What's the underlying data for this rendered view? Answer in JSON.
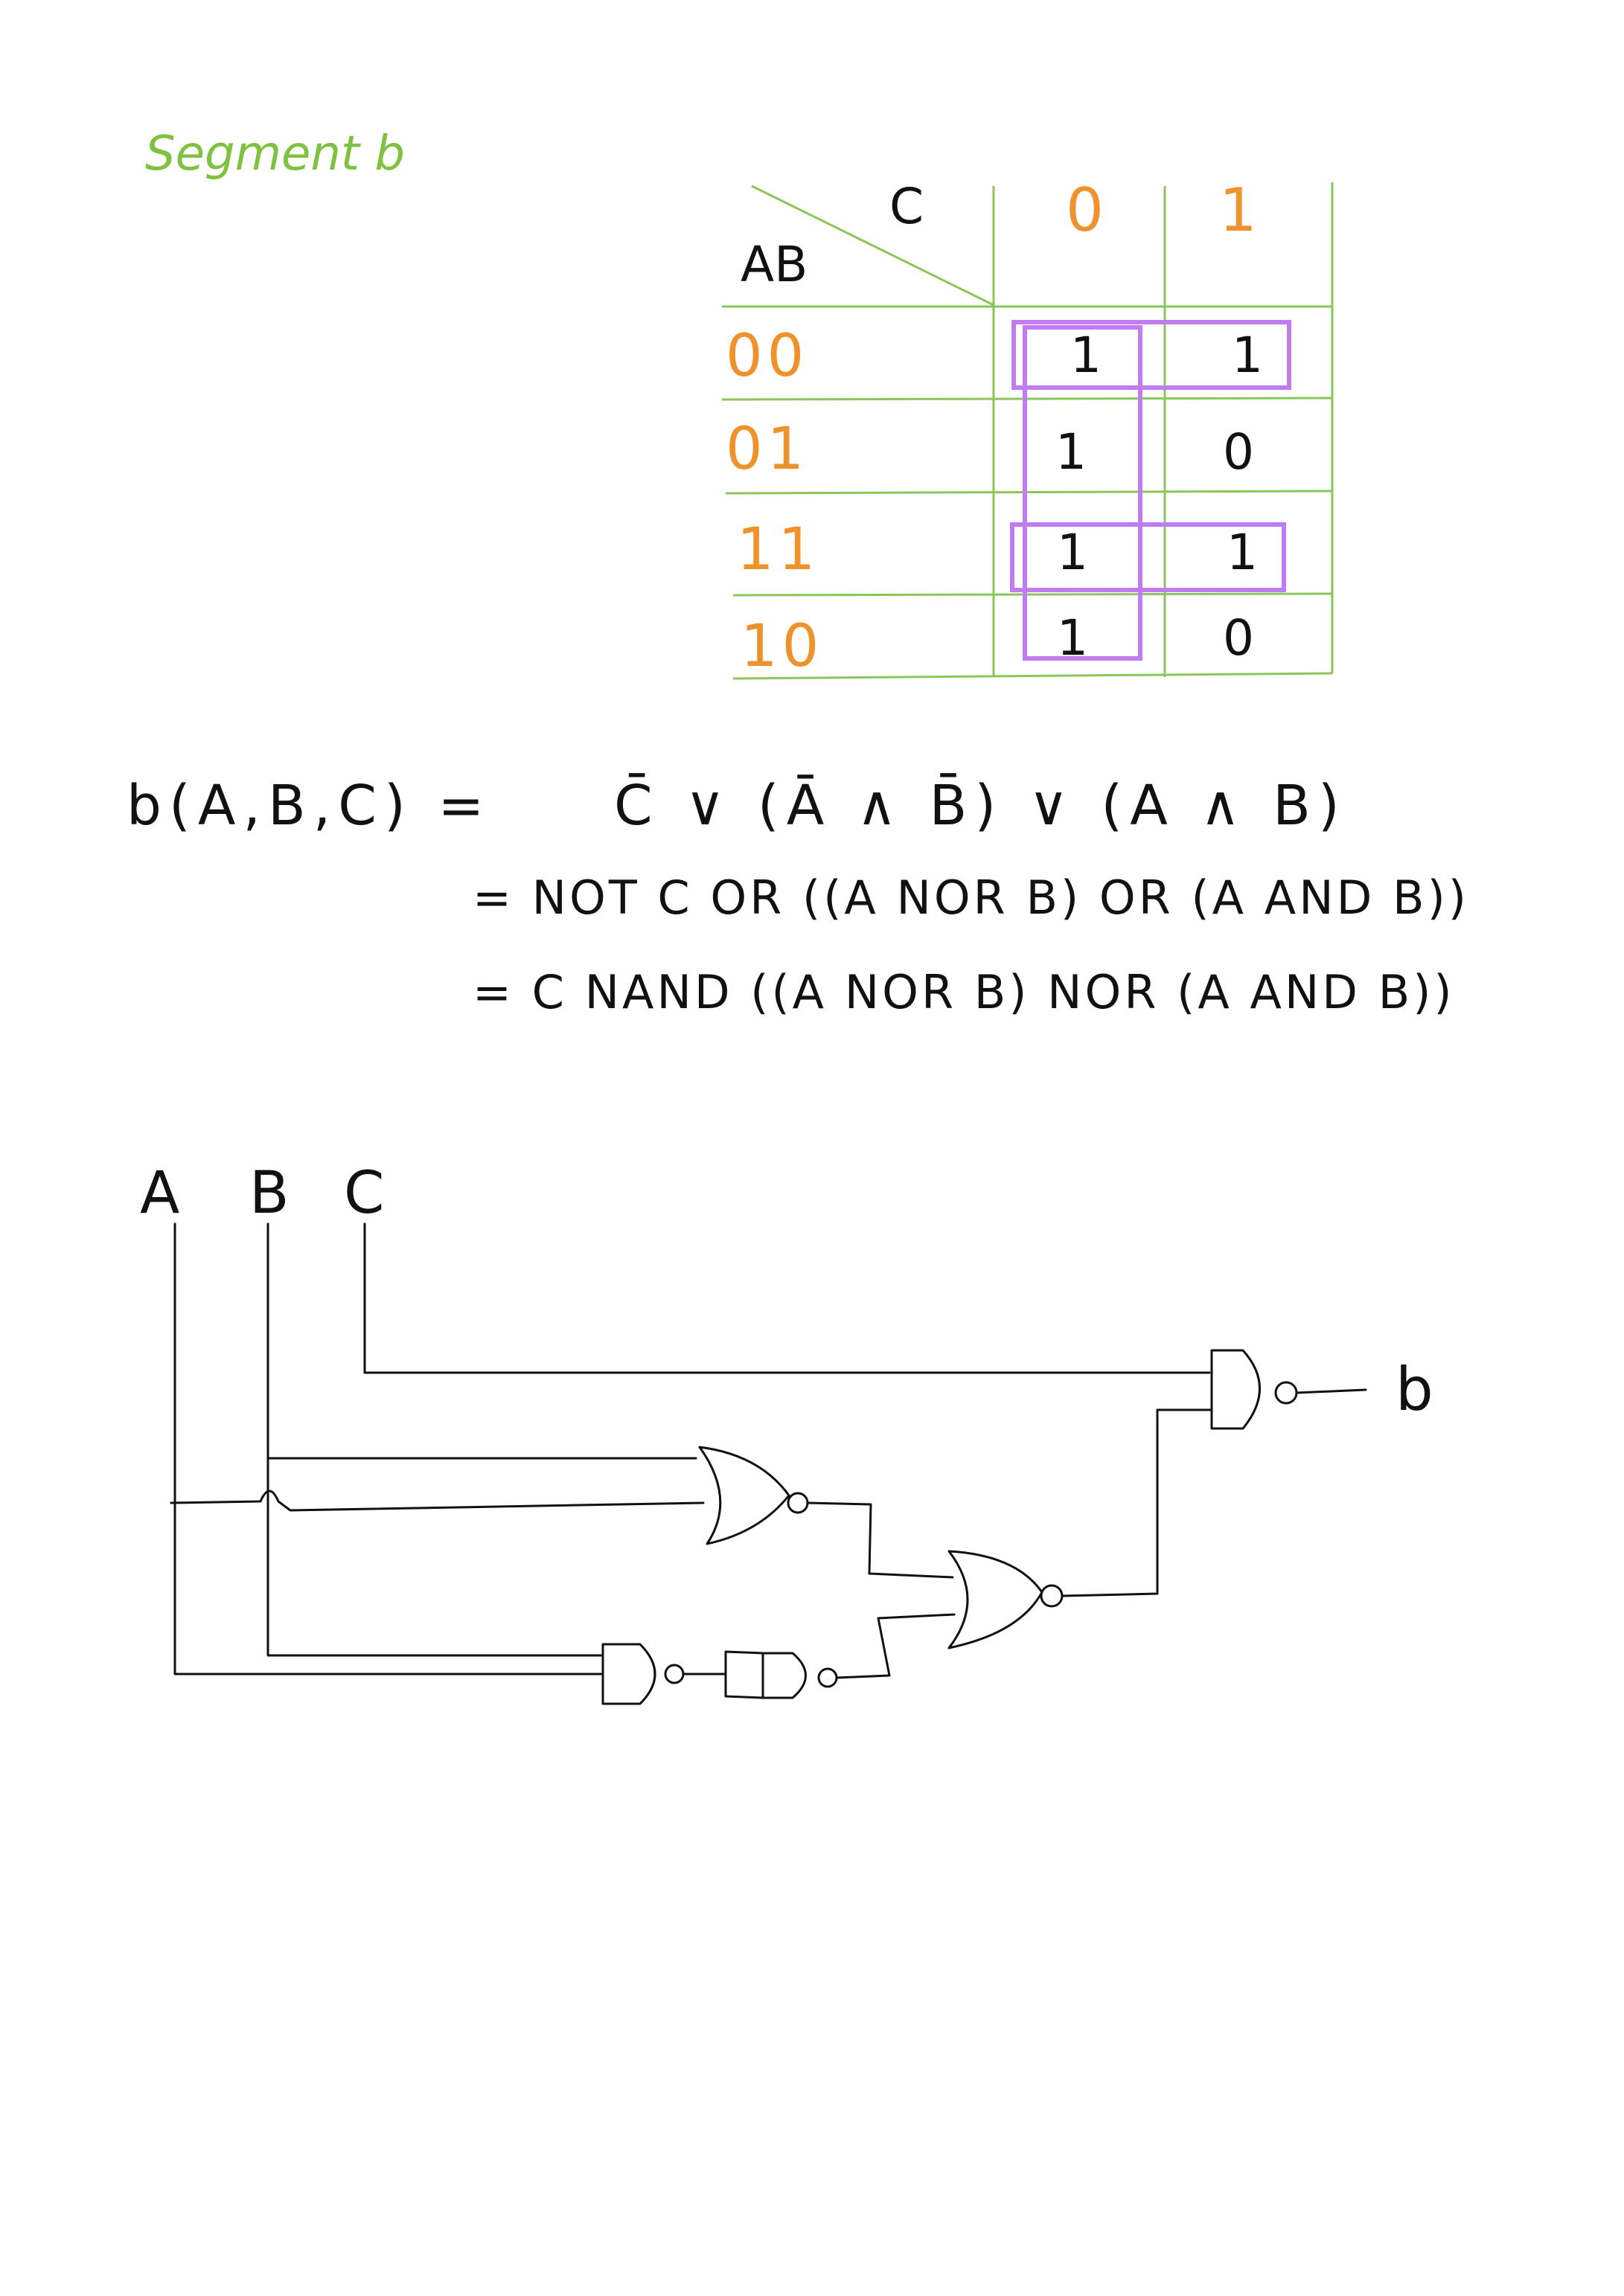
{
  "title": "Segment b",
  "kmap": {
    "row_var": "AB",
    "col_var": "C",
    "col_labels": [
      "0",
      "1"
    ],
    "row_labels": [
      "00",
      "01",
      "11",
      "10"
    ],
    "cells": [
      [
        "1",
        "1"
      ],
      [
        "1",
        "0"
      ],
      [
        "1",
        "1"
      ],
      [
        "1",
        "0"
      ]
    ],
    "colors": {
      "labels": "#f0922b",
      "grid": "#8cc65a",
      "groups": "#c07cf0"
    }
  },
  "equations": {
    "line1_lhs": "b(A,B,C) =",
    "line1_rhs": "C̄ ∨ (Ā ∧ B̄) ∨ (A ∧ B)",
    "line2": "=  NOT C  OR  ((A NOR B) OR (A AND B))",
    "line3": "=  C NAND ((A NOR B) NOR (A AND B))"
  },
  "circuit": {
    "inputs": [
      "A",
      "B",
      "C"
    ],
    "output": "b",
    "gates": [
      "nor-gate-1",
      "nand-gate-1",
      "nand-gate-2",
      "nor-gate-2",
      "nand-gate-3"
    ]
  }
}
